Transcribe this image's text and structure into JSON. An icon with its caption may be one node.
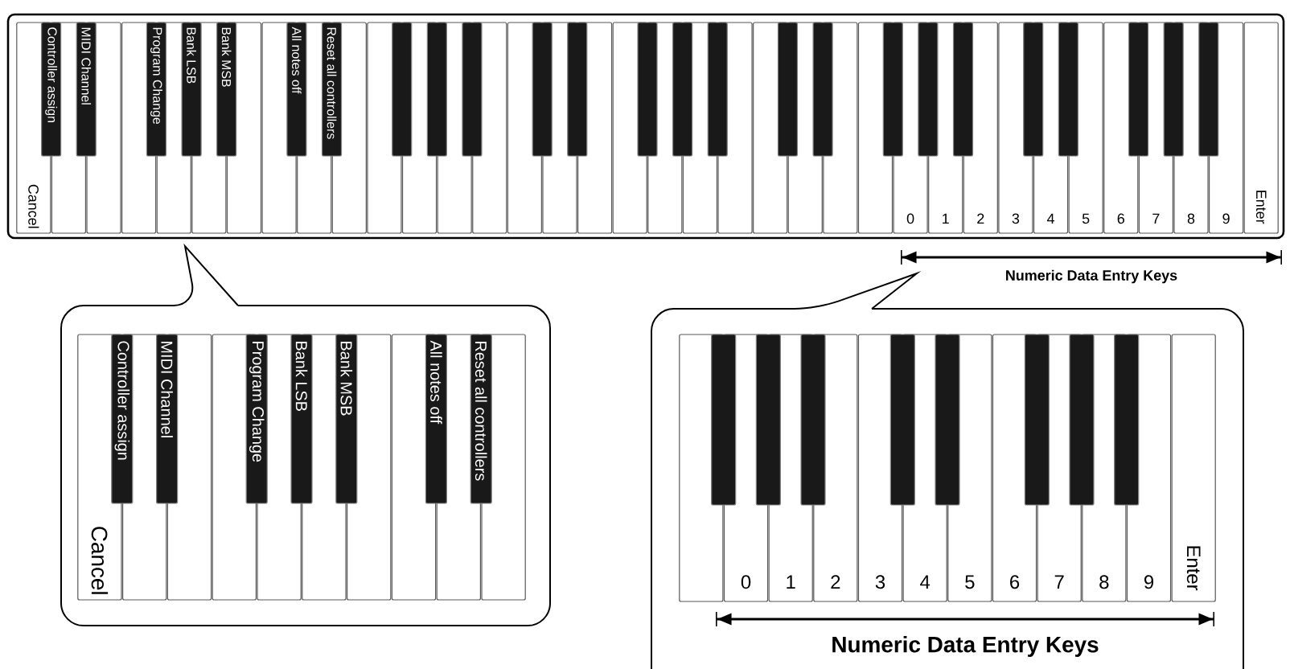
{
  "diagram": {
    "labels": [
      "Controller assign",
      "MIDI Channel",
      "Program Change",
      "Bank LSB",
      "Bank MSB",
      "All notes off",
      "Reset all controllers",
      "Cancel",
      "0",
      "1",
      "2",
      "3",
      "4",
      "5",
      "6",
      "7",
      "8",
      "9",
      "Enter",
      "Numeric Data Entry Keys",
      "Controller assign",
      "MIDI Channel",
      "Program Change",
      "Bank LSB",
      "Bank MSB",
      "All notes off",
      "Reset all controllers",
      "Cancel",
      "0",
      "1",
      "2",
      "3",
      "4",
      "5",
      "6",
      "7",
      "8",
      "9",
      "Enter",
      "Numeric Data Entry Keys"
    ]
  }
}
